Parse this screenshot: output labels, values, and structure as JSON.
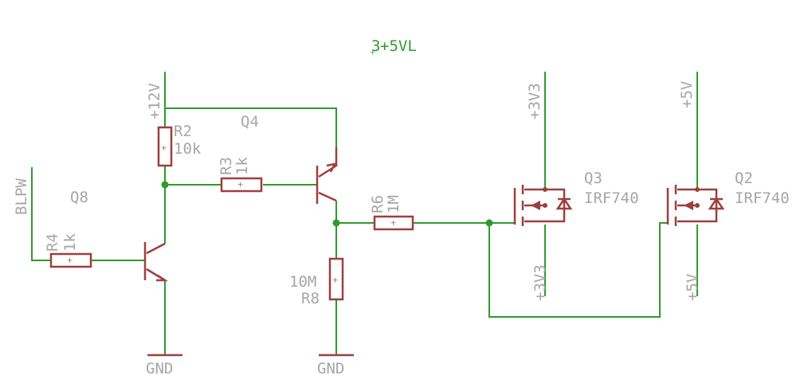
{
  "title_net": "+5VL",
  "title_prefix": "3",
  "ground_label": "GND",
  "nets": {
    "v12": "+12V",
    "v3": "+3V3",
    "v5": "+5V",
    "blpw": "BLPW",
    "v3_lower": "+3V3",
    "v5_lower": "+5V"
  },
  "resistors": {
    "r2": {
      "name": "R2",
      "value": "10k"
    },
    "r3": {
      "name": "R3",
      "value": "1k"
    },
    "r4": {
      "name": "R4",
      "value": "1k"
    },
    "r6": {
      "name": "R6",
      "value": "1M"
    },
    "r8": {
      "name": "R8",
      "value": "10M"
    }
  },
  "transistors": {
    "q8": {
      "name": "Q8"
    },
    "q4": {
      "name": "Q4"
    },
    "q3": {
      "name": "Q3",
      "part": "IRF740"
    },
    "q2": {
      "name": "Q2",
      "part": "IRF740"
    }
  },
  "colors": {
    "wire": "#2e9b2e",
    "symbol": "#9e3f3f",
    "label": "#a6a6a6",
    "net_title": "#2e9b2e"
  }
}
